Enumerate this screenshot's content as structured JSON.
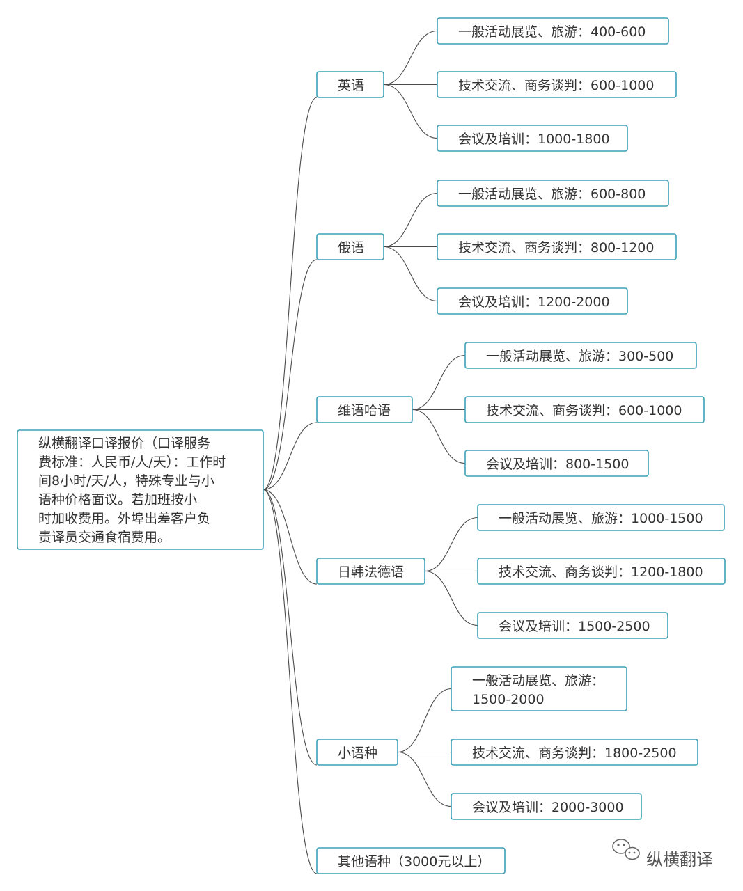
{
  "root": {
    "lines": [
      "纵横翻译口译报价（口译服务",
      "费标准：人民币/人/天）：工作时",
      "间8小时/天/人，特殊专业与小",
      "语种价格面议。若加班按小",
      "时加收费用。外埠出差客户负",
      "责译员交通食宿费用。"
    ]
  },
  "languages": [
    {
      "label": "英语",
      "prices": [
        {
          "lines": [
            "一般活动展览、旅游：400-600"
          ]
        },
        {
          "lines": [
            "技术交流、商务谈判：600-1000"
          ]
        },
        {
          "lines": [
            "会议及培训：1000-1800"
          ]
        }
      ]
    },
    {
      "label": "俄语",
      "prices": [
        {
          "lines": [
            "一般活动展览、旅游：600-800"
          ]
        },
        {
          "lines": [
            "技术交流、商务谈判：800-1200"
          ]
        },
        {
          "lines": [
            "会议及培训：1200-2000"
          ]
        }
      ]
    },
    {
      "label": "维语哈语",
      "prices": [
        {
          "lines": [
            "一般活动展览、旅游：300-500"
          ]
        },
        {
          "lines": [
            "技术交流、商务谈判：600-1000"
          ]
        },
        {
          "lines": [
            "会议及培训：800-1500"
          ]
        }
      ]
    },
    {
      "label": "日韩法德语",
      "prices": [
        {
          "lines": [
            "一般活动展览、旅游：1000-1500"
          ]
        },
        {
          "lines": [
            "技术交流、商务谈判：1200-1800"
          ]
        },
        {
          "lines": [
            "会议及培训：1500-2500"
          ]
        }
      ]
    },
    {
      "label": "小语种",
      "prices": [
        {
          "lines": [
            "一般活动展览、旅游：",
            "1500-2000"
          ]
        },
        {
          "lines": [
            "技术交流、商务谈判：1800-2500"
          ]
        },
        {
          "lines": [
            "会议及培训：2000-3000"
          ]
        }
      ]
    },
    {
      "label": "其他语种（3000元以上）",
      "prices": []
    }
  ],
  "watermark": {
    "text": "纵横翻译",
    "icon": "wechat-icon"
  },
  "colors": {
    "node_border": "#3aa0b8",
    "connector": "#4a4a4a",
    "text": "#333333"
  }
}
